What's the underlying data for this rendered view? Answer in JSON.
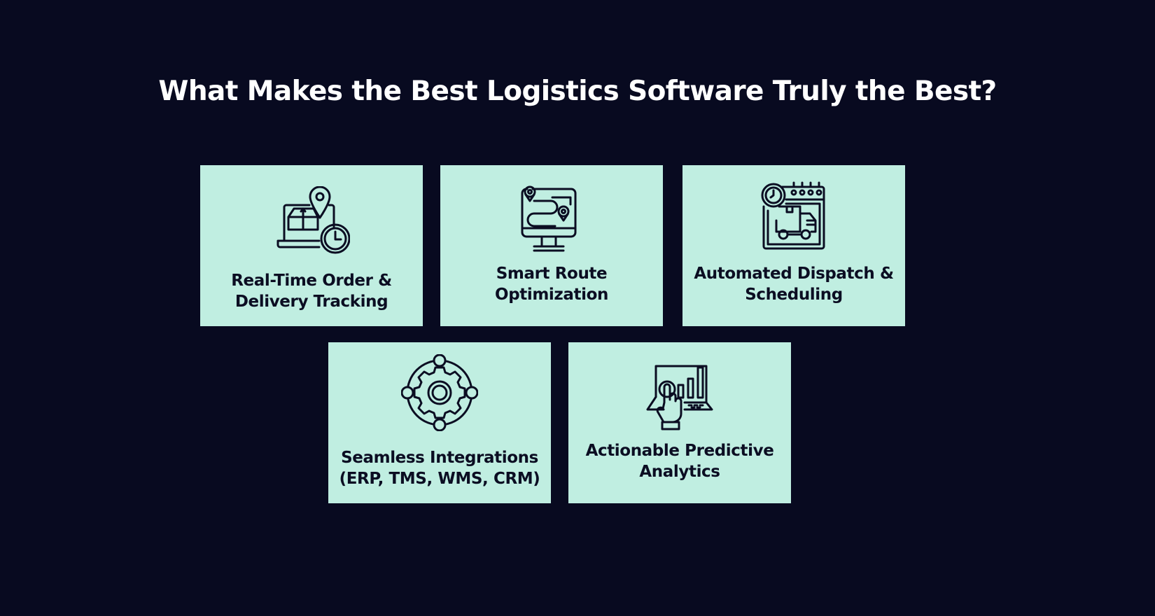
{
  "title": "What Makes the Best Logistics Software Truly the Best?",
  "colors": {
    "background": "#080a20",
    "card": "#c0eee1",
    "card_text": "#0b0d22",
    "title_text": "#ffffff"
  },
  "cards": [
    {
      "label": "Real-Time Order &\nDelivery Tracking",
      "icon": "laptop-package-location-clock-icon"
    },
    {
      "label": "Smart Route\nOptimization",
      "icon": "monitor-route-pins-icon"
    },
    {
      "label": "Automated Dispatch &\nScheduling",
      "icon": "calendar-truck-clock-icon"
    },
    {
      "label": "Seamless Integrations\n(ERP, TMS, WMS, CRM)",
      "icon": "gear-network-icon"
    },
    {
      "label": "Actionable Predictive\nAnalytics",
      "icon": "laptop-bar-chart-touch-icon"
    }
  ]
}
